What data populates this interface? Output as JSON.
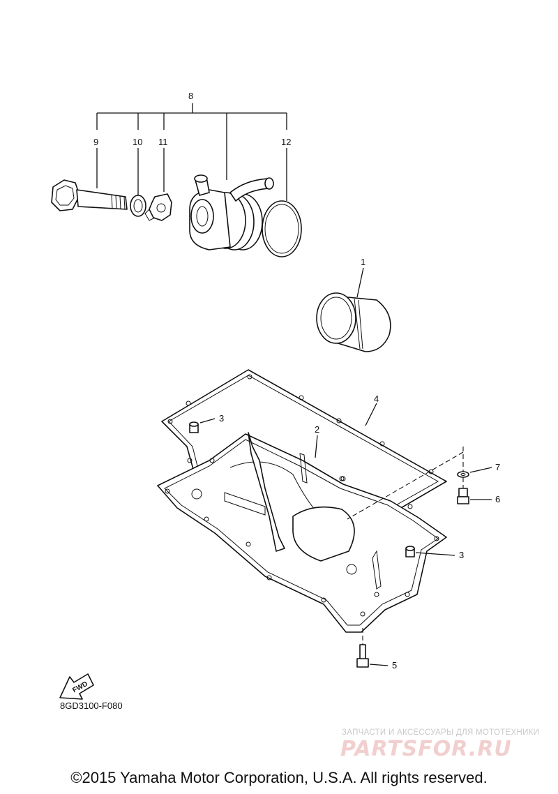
{
  "callouts": {
    "c1": "1",
    "c2": "2",
    "c3a": "3",
    "c3b": "3",
    "c4": "4",
    "c5": "5",
    "c6": "6",
    "c7": "7",
    "c8": "8",
    "c9": "9",
    "c10": "10",
    "c11": "11",
    "c12": "12"
  },
  "fwd_label": "FWD",
  "diagram_code": "8GD3100-F080",
  "watermark": {
    "text": "ЗАПЧАСТИ И АКСЕССУАРЫ ДЛЯ МОТОТЕХНИКИ",
    "logo": "PARTSFOR.RU"
  },
  "copyright": "©2015 Yamaha Motor Corporation, U.S.A. All rights reserved.",
  "colors": {
    "line": "#111111",
    "watermark_logo": "#f2cfcf",
    "watermark_text": "#c9c9c9"
  }
}
